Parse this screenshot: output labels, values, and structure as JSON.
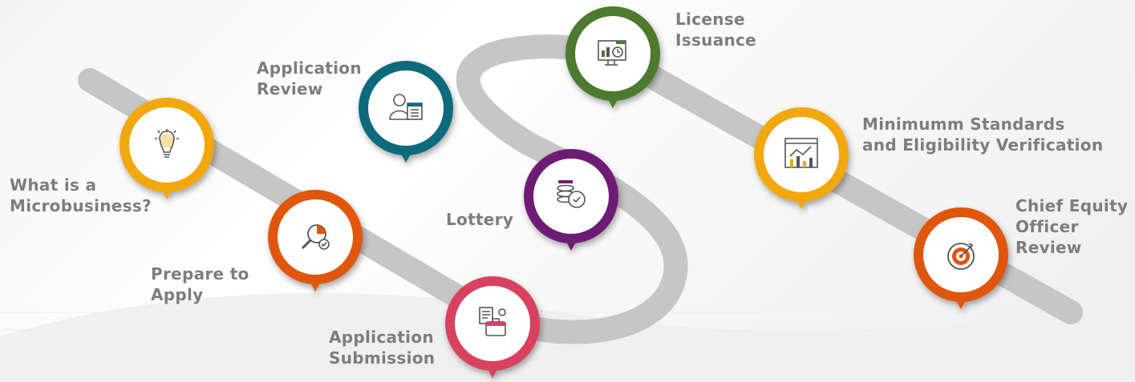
{
  "steps": [
    {
      "id": "what-is",
      "label_lines": [
        "What is a",
        "Microbusiness?"
      ],
      "color": "#f0a80c",
      "icon": "lightbulb-icon"
    },
    {
      "id": "prepare",
      "label_lines": [
        "Prepare to",
        "Apply"
      ],
      "color": "#e0560d",
      "icon": "magnifier-check-icon"
    },
    {
      "id": "submission",
      "label_lines": [
        "Application",
        "Submission"
      ],
      "color": "#d8425f",
      "icon": "briefcase-document-icon"
    },
    {
      "id": "review",
      "label_lines": [
        "Application",
        "Review"
      ],
      "color": "#0f6b7c",
      "icon": "reviewer-checklist-icon"
    },
    {
      "id": "lottery",
      "label_lines": [
        "Lottery"
      ],
      "color": "#6e1f73",
      "icon": "coins-clock-icon"
    },
    {
      "id": "license",
      "label_lines": [
        "License",
        "Issuance"
      ],
      "color": "#4e7a2f",
      "icon": "monitor-chart-icon"
    },
    {
      "id": "standards",
      "label_lines": [
        "Minimumm Standards",
        "and Eligibility Verification"
      ],
      "color": "#f0a80c",
      "icon": "analytics-chart-icon"
    },
    {
      "id": "chief",
      "label_lines": [
        "Chief Equity",
        "Officer",
        "Review"
      ],
      "color": "#e0560d",
      "icon": "target-icon"
    }
  ],
  "colors": {
    "road": "#c6c6c6",
    "label": "#7d7d7d",
    "pin_inner": "#ffffff",
    "icon_stroke": "#555555"
  }
}
